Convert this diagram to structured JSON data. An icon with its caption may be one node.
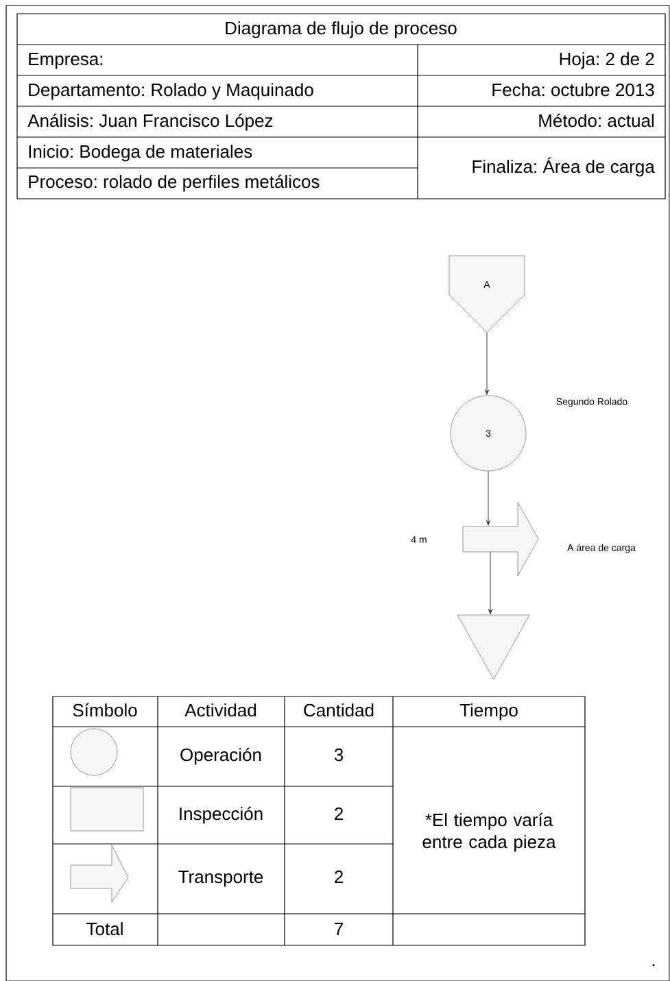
{
  "diagram": {
    "nodes": [
      {
        "text": [
          "A"
        ]
      },
      {
        "text": [
          "3"
        ],
        "beside": [
          "Segundo Rolado"
        ]
      },
      {
        "text": [],
        "shape": "arrow",
        "beside": [
          "4 m",
          "A área de carga"
        ]
      },
      {
        "text": [],
        "shape": "triangle"
      }
    ],
    "edges": [
      {
        "from": 0,
        "to": 1,
        "arrow": "to"
      },
      {
        "from": 1,
        "to": 2,
        "arrow": "to"
      },
      {
        "from": 2,
        "to": 3,
        "arrow": "to"
      }
    ],
    "labels": [
      "Diagrama de flujo de proceso",
      "Empresa:",
      "Hoja: 2 de 2",
      "Departamento: Rolado y Maquinado",
      "Fecha: octubre 2013",
      "Análisis: Juan Francisco López",
      "Método: actual",
      "Inicio: Bodega de materiales",
      "Proceso: rolado de perfiles metálicos",
      "Finaliza: Área de carga",
      "Símbolo",
      "Actividad",
      "Cantidad",
      "Tiempo",
      "Operación",
      "3",
      "*El tiempo varía entre cada pieza",
      "Inspección",
      "2",
      "Transporte",
      "2",
      "Total",
      "7",
      "."
    ]
  }
}
